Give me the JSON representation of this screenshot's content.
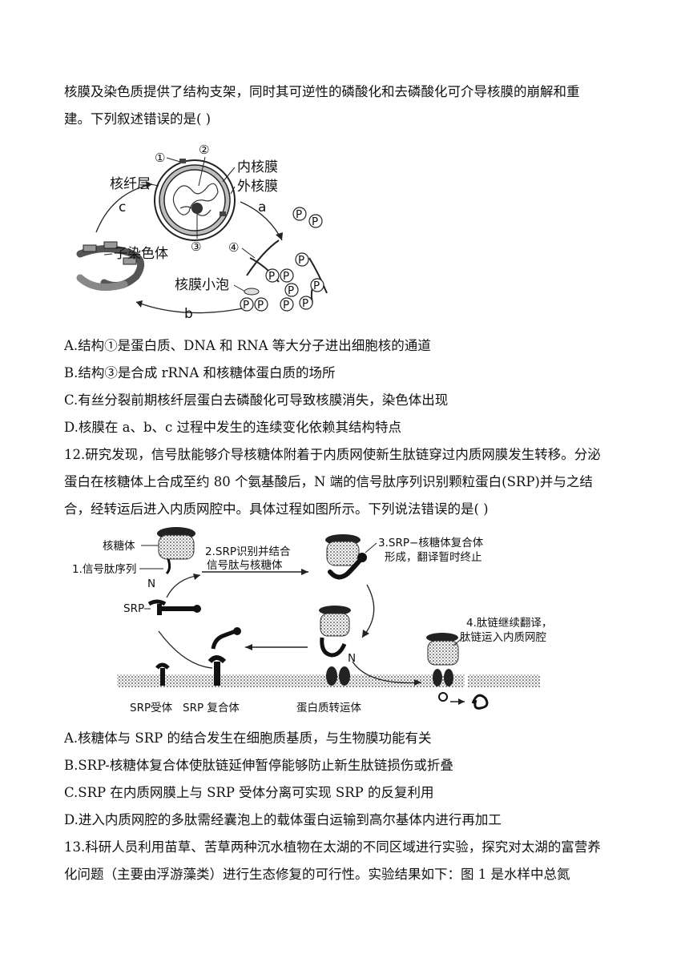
{
  "q11": {
    "stem_line1": "核膜及染色质提供了结构支架，同时其可逆性的磷酸化和去磷酸化可介导核膜的崩解和重",
    "stem_line2": "建。下列叙述错误的是(    )",
    "figure": {
      "label_1": "①",
      "label_2": "②",
      "label_3": "③",
      "label_4": "④",
      "inner_membrane": "内核膜",
      "outer_membrane": "外核膜",
      "lamina": "核纤层",
      "daughter_chromosome": "子染色体",
      "vesicle": "核膜小泡",
      "arrow_a": "a",
      "arrow_b": "b",
      "arrow_c": "c",
      "phospho": "P"
    },
    "options": [
      "A.结构①是蛋白质、DNA 和 RNA 等大分子进出细胞核的通道",
      "B.结构③是合成 rRNA 和核糖体蛋白质的场所",
      "C.有丝分裂前期核纤层蛋白去磷酸化可导致核膜消失，染色体出现",
      "D.核膜在 a、b、c 过程中发生的连续变化依赖其结构特点"
    ]
  },
  "q12": {
    "stem_line1": "12.研究发现，信号肽能够介导核糖体附着于内质网使新生肽链穿过内质网膜发生转移。分泌",
    "stem_line2": "蛋白在核糖体上合成至约 80 个氨基酸后，N 端的信号肽序列识别颗粒蛋白(SRP)并与之结",
    "stem_line3": "合，经转运后进入内质网腔中。具体过程如图所示。下列说法错误的是(    )",
    "figure": {
      "ribosome": "核糖体",
      "signal_seq": "1.信号肽序列",
      "n_term": "N",
      "step2_l1": "2.SRP识别并结合",
      "step2_l2": "信号肽与核糖体",
      "step3_l1": "3.SRP−核糖体复合体",
      "step3_l2": "形成，翻译暂时终止",
      "srp": "SRP",
      "step4_l1": "4.肽链继续翻译，",
      "step4_l2": "肽链运入内质网腔",
      "srp_receptor": "SRP受体",
      "srp_complex": "SRP 复合体",
      "translocon": "蛋白质转运体"
    },
    "options": [
      "A.核糖体与 SRP 的结合发生在细胞质基质，与生物膜功能有关",
      "B.SRP-核糖体复合体使肽链延伸暂停能够防止新生肽链损伤或折叠",
      "C.SRP 在内质网膜上与 SRP 受体分离可实现 SRP 的反复利用",
      "D.进入内质网腔的多肽需经囊泡上的载体蛋白运输到高尔基体内进行再加工"
    ]
  },
  "q13": {
    "stem_line1": "13.科研人员利用苗草、苦草两种沉水植物在太湖的不同区域进行实验，探究对太湖的富营养",
    "stem_line2": "化问题（主要由浮游藻类）进行生态修复的可行性。实验结果如下：图 1 是水样中总氮"
  }
}
